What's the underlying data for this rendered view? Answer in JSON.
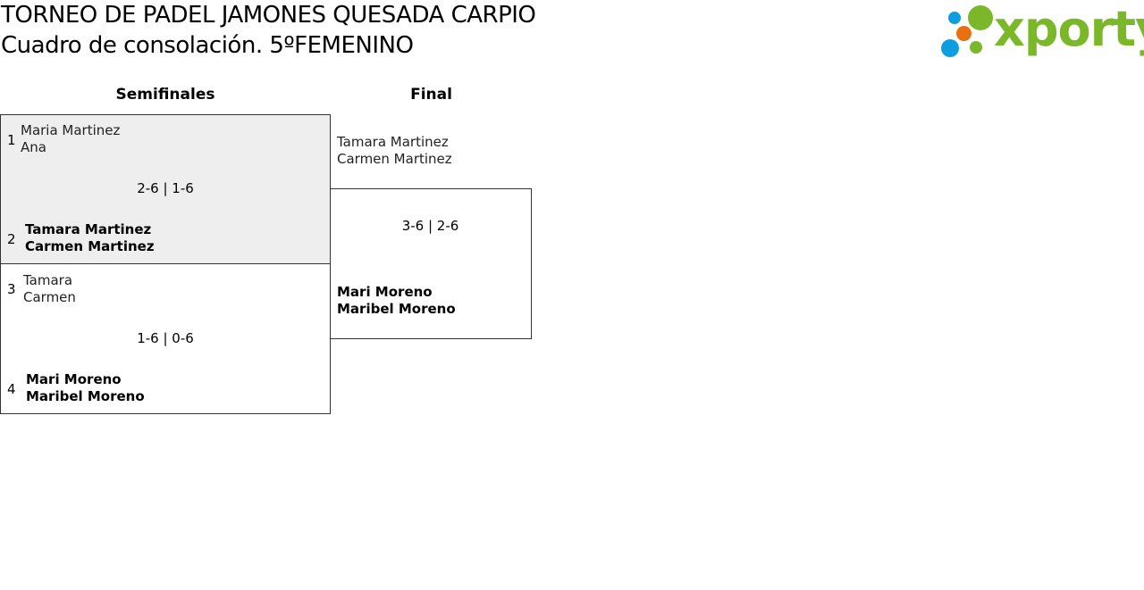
{
  "header": {
    "title": "TORNEO DE PADEL JAMONES QUESADA CARPIO",
    "subtitle": "Cuadro de consolación. 5ºFEMENINO"
  },
  "logo": {
    "text": "xporty",
    "colors": {
      "green": "#7ab829",
      "blue": "#0d9ee0",
      "orange": "#e8700e"
    }
  },
  "rounds": [
    "Semifinales",
    "Final"
  ],
  "semifinals": [
    {
      "top": {
        "seed": "1",
        "p1": "Maria Martinez",
        "p2": "Ana"
      },
      "bottom": {
        "seed": "2",
        "p1": "Tamara Martinez",
        "p2": "Carmen Martinez"
      },
      "score": "2-6 | 1-6"
    },
    {
      "top": {
        "seed": "3",
        "p1": "Tamara",
        "p2": "Carmen"
      },
      "bottom": {
        "seed": "4",
        "p1": "Mari Moreno",
        "p2": "Maribel Moreno"
      },
      "score": "1-6 | 0-6"
    }
  ],
  "final": {
    "top": {
      "p1": "Tamara Martinez",
      "p2": "Carmen Martinez"
    },
    "bottom": {
      "p1": "Mari Moreno",
      "p2": "Maribel Moreno"
    },
    "score": "3-6 | 2-6"
  }
}
